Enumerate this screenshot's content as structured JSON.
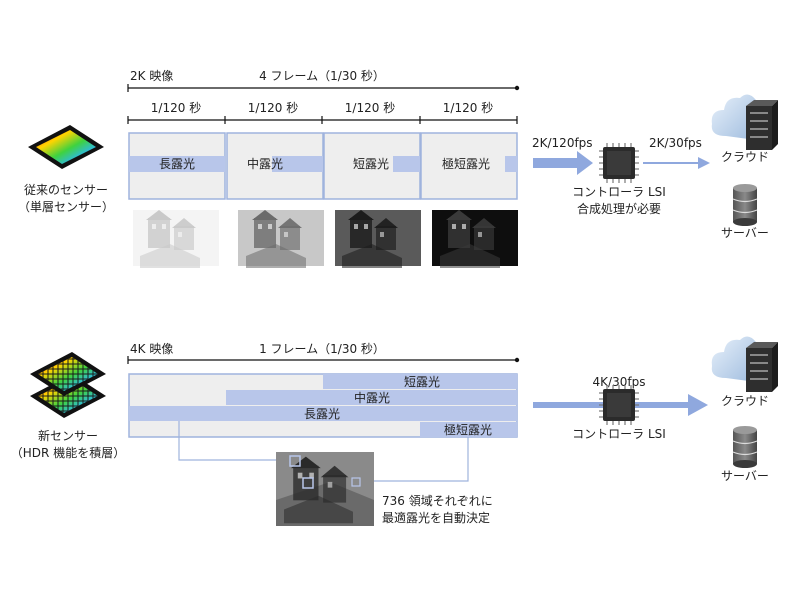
{
  "colors": {
    "accent_blue": "#b8c6ea",
    "box_border": "#9fb3dd",
    "box_fill": "#eeeeee",
    "arrow_blue": "#8fa8de",
    "line": "#111111",
    "text": "#222222"
  },
  "top": {
    "sensor_label_1": "従来のセンサー",
    "sensor_label_2": "（単層センサー）",
    "resolution_label": "2K 映像",
    "frame_label": "4 フレーム（1/30 秒）",
    "sub_frames": [
      {
        "time": "1/120 秒",
        "label": "長露光"
      },
      {
        "time": "1/120 秒",
        "label": "中露光"
      },
      {
        "time": "1/120 秒",
        "label": "短露光"
      },
      {
        "time": "1/120 秒",
        "label": "極短露光"
      }
    ],
    "input_rate": "2K/120fps",
    "output_rate": "2K/30fps",
    "chip_label": "コントローラ LSI",
    "chip_note": "合成処理が必要",
    "cloud_label": "クラウド",
    "server_label": "サーバー"
  },
  "bottom": {
    "sensor_label_1": "新センサー",
    "sensor_label_2": "（HDR 機能を積層）",
    "resolution_label": "4K 映像",
    "frame_label": "1 フレーム（1/30 秒）",
    "bars": [
      "短露光",
      "中露光",
      "長露光",
      "極短露光"
    ],
    "rate": "4K/30fps",
    "chip_label": "コントローラ LSI",
    "note_1": "736 領域それぞれに",
    "note_2": "最適露光を自動決定",
    "cloud_label": "クラウド",
    "server_label": "サーバー"
  }
}
